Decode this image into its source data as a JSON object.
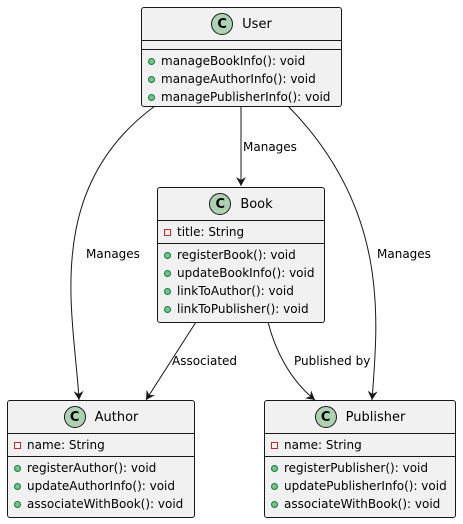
{
  "classes": {
    "user": {
      "stereotype": "C",
      "name": "User",
      "attributes": [],
      "methods": [
        "manageBookInfo(): void",
        "manageAuthorInfo(): void",
        "managePublisherInfo(): void"
      ]
    },
    "book": {
      "stereotype": "C",
      "name": "Book",
      "attributes": [
        "title: String"
      ],
      "methods": [
        "registerBook(): void",
        "updateBookInfo(): void",
        "linkToAuthor(): void",
        "linkToPublisher(): void"
      ]
    },
    "author": {
      "stereotype": "C",
      "name": "Author",
      "attributes": [
        "name: String"
      ],
      "methods": [
        "registerAuthor(): void",
        "updateAuthorInfo(): void",
        "associateWithBook(): void"
      ]
    },
    "publisher": {
      "stereotype": "C",
      "name": "Publisher",
      "attributes": [
        "name: String"
      ],
      "methods": [
        "registerPublisher(): void",
        "updatePublisherInfo(): void",
        "associateWithBook(): void"
      ]
    }
  },
  "relations": {
    "user_book": "Manages",
    "user_author": "Manages",
    "user_publisher": "Manages",
    "book_author": "Associated",
    "book_publisher": "Published by"
  },
  "colors": {
    "box_fill": "#f1f1f1",
    "border": "#181818",
    "class_badge": "#add1b2",
    "public_marker": "#84be84",
    "private_marker": "#c82930"
  }
}
